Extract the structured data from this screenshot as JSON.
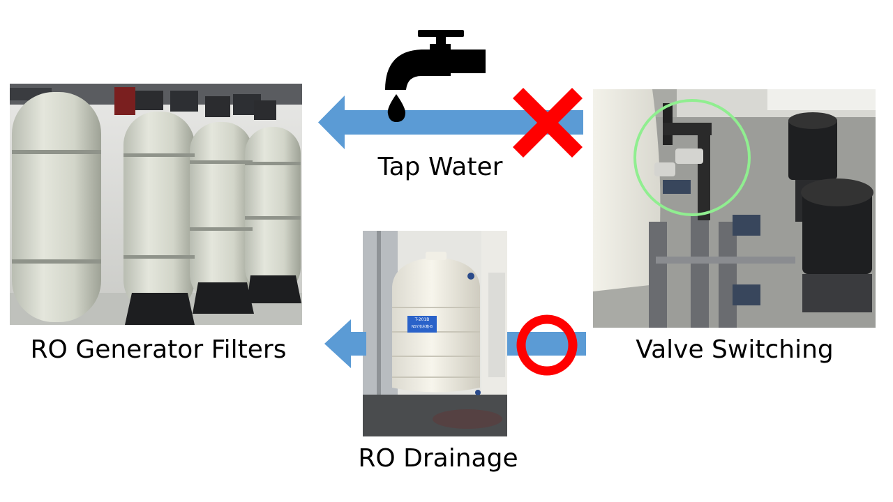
{
  "labels": {
    "tap_water": "Tap Water",
    "ro_generator_filters": "RO Generator Filters",
    "valve_switching": "Valve Switching",
    "ro_drainage": "RO Drainage"
  },
  "tank_sign": {
    "line1": "T-201B",
    "line2": "NSY浓水箱-B"
  },
  "colors": {
    "arrow": "#5B9BD5",
    "blocked_mark": "#FF0000",
    "open_mark": "#FF0000",
    "highlight_circle": "#90EE90",
    "faucet": "#000000"
  },
  "icons": {
    "faucet": "faucet-icon",
    "blocked": "cross-icon",
    "open": "circle-icon"
  }
}
